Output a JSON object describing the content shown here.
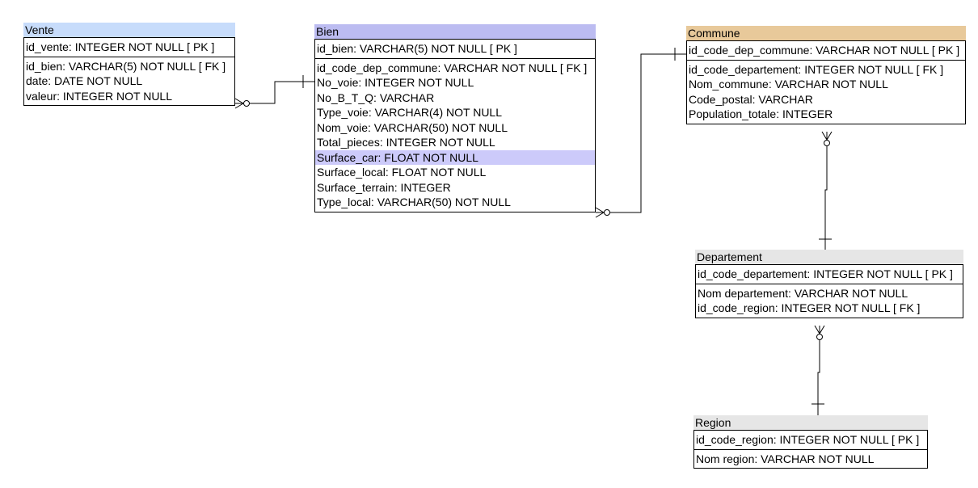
{
  "entities": {
    "vente": {
      "title": "Vente",
      "title_color": "#c7dcfb",
      "pk": [
        "id_vente: INTEGER   NOT NULL  [ PK ]"
      ],
      "attrs": [
        "id_bien: VARCHAR(5)   NOT NULL  [ FK ]",
        "date: DATE   NOT NULL",
        "valeur: INTEGER   NOT NULL"
      ]
    },
    "bien": {
      "title": "Bien",
      "title_color": "#bcbcf1",
      "pk": [
        "id_bien: VARCHAR(5)   NOT NULL  [ PK ]"
      ],
      "attrs": [
        "id_code_dep_commune: VARCHAR   NOT NULL  [ FK ]",
        "No_voie: INTEGER   NOT NULL",
        "No_B_T_Q: VARCHAR",
        "Type_voie: VARCHAR(4)   NOT NULL",
        "Nom_voie: VARCHAR(50)   NOT NULL",
        "Total_pieces: INTEGER   NOT NULL",
        "Surface_car: FLOAT   NOT NULL",
        "Surface_local: FLOAT   NOT NULL",
        "Surface_terrain: INTEGER",
        "Type_local: VARCHAR(50)   NOT NULL"
      ],
      "highlighted_attr": "Surface_car: FLOAT   NOT NULL"
    },
    "commune": {
      "title": "Commune",
      "title_color": "#e8c99a",
      "pk": [
        "id_code_dep_commune: VARCHAR   NOT NULL  [ PK ]"
      ],
      "attrs": [
        "id_code_departement: INTEGER   NOT NULL  [ FK ]",
        "Nom_commune: VARCHAR   NOT NULL",
        "Code_postal: VARCHAR",
        "Population_totale: INTEGER"
      ]
    },
    "departement": {
      "title": "Departement",
      "title_color": "#e6e6e6",
      "pk": [
        "id_code_departement: INTEGER   NOT NULL  [ PK ]"
      ],
      "attrs": [
        "Nom departement: VARCHAR   NOT NULL",
        "id_code_region: INTEGER   NOT NULL  [ FK ]"
      ]
    },
    "region": {
      "title": "Region",
      "title_color": "#e6e6e6",
      "pk": [
        "id_code_region: INTEGER   NOT NULL  [ PK ]"
      ],
      "attrs": [
        "Nom region: VARCHAR   NOT NULL"
      ]
    }
  }
}
